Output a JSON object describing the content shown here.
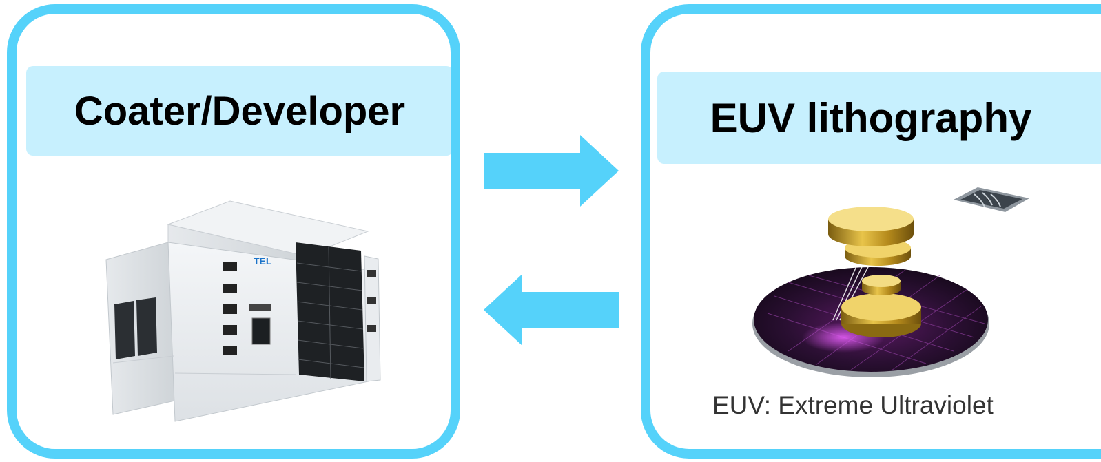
{
  "left_panel": {
    "title": "Coater/Developer",
    "machine_logo": "TEL"
  },
  "right_panel": {
    "title": "EUV lithography",
    "caption": "EUV: Extreme Ultraviolet"
  },
  "colors": {
    "accent": "#55D2FA",
    "title_band": "#C7F0FE"
  },
  "icons": {
    "forward": "arrow-right-icon",
    "back": "arrow-left-icon"
  }
}
